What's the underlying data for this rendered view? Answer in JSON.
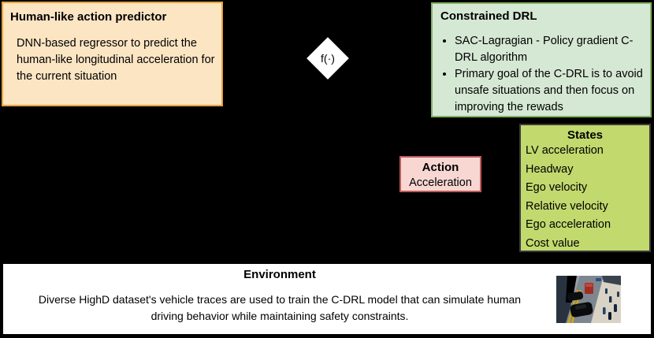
{
  "canvas": {
    "background": "#000000"
  },
  "predictor": {
    "title": "Human-like action predictor",
    "body": "DNN-based regressor to predict the human-like longitudinal acceleration for the current situation",
    "fill": "#FCE5C3",
    "border": "#E8A33B"
  },
  "function_node": {
    "label": "f(·)",
    "fill": "#FFFFFF"
  },
  "constrained_drl": {
    "title": "Constrained DRL",
    "bullets": [
      "SAC-Lagragian - Policy gradient C-DRL algorithm",
      "Primary goal of the C-DRL is to avoid unsafe situations and then focus on improving the rewads"
    ],
    "fill": "#D5E8D4",
    "border": "#82B366"
  },
  "states": {
    "title": "States",
    "items": [
      "LV acceleration",
      "Headway",
      "Ego velocity",
      "Relative velocity",
      "Ego acceleration",
      "Cost value"
    ],
    "fill": "#C2D96E",
    "border": "#3A3A3A"
  },
  "action": {
    "title": "Action",
    "body": "Acceleration",
    "fill": "#F8D7D3",
    "border": "#BE5A55"
  },
  "environment": {
    "title": "Environment",
    "body": "Diverse HighD dataset's vehicle traces are used to train the C-DRL model that can simulate human driving behavior while maintaining safety constraints.",
    "image": "traffic-scene-image",
    "fill": "#FFFFFF",
    "border": "#000000"
  }
}
